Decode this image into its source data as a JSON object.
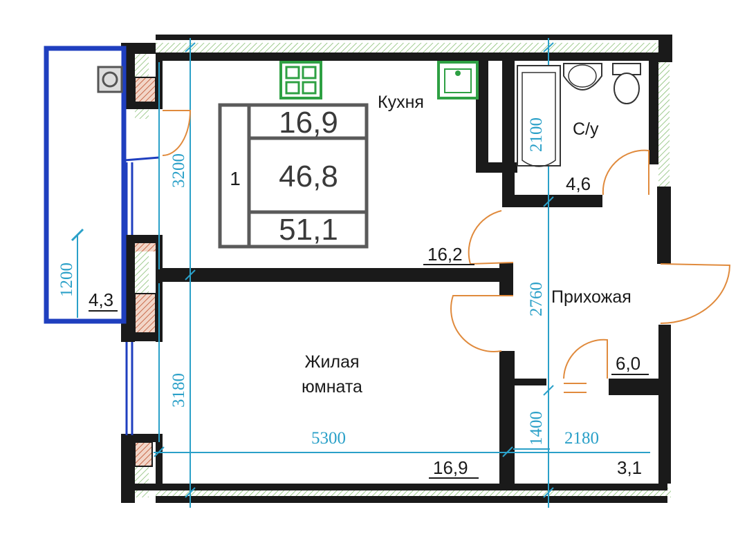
{
  "summary_box": {
    "kitchen_area": "16,9",
    "rooms_count": "1",
    "living_area": "46,8",
    "total_area": "51,1"
  },
  "rooms": {
    "kitchen": "Кухня",
    "bathroom": "С/у",
    "hallway": "Прихожая",
    "living_line1": "Жилая",
    "living_line2": "юмната"
  },
  "areas": {
    "balcony": "4,3",
    "bathroom": "4,6",
    "kitchen": "16,2",
    "hallway": "6,0",
    "living": "16,9",
    "closet": "3,1"
  },
  "dimensions": {
    "kitchen_depth": "3200",
    "balcony_length": "1200",
    "living_depth": "3180",
    "living_width": "5300",
    "bath_depth": "2100",
    "hall_depth": "2760",
    "lower_depth": "1400",
    "hall_width": "2180"
  },
  "colors": {
    "walls": "#1a1a1a",
    "hatch": "#c86a4a",
    "balcony": "#1f3fbf",
    "dimension_lines": "#2aa0c8",
    "door_arcs": "#e08a3c",
    "kitchen_fixtures": "#2ea043",
    "summary_box": "#5a5a5a"
  },
  "fixtures": {
    "stove": "stove-icon",
    "kitchen_sink": "sink-icon",
    "washbasin": "washbasin-icon",
    "toilet": "toilet-icon",
    "bathtub": "bathtub-icon",
    "washer": "washing-machine-icon"
  }
}
